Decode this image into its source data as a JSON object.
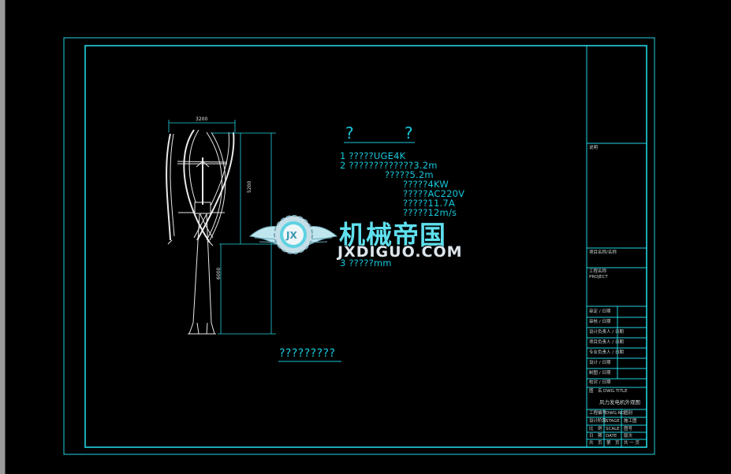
{
  "spec": {
    "title_left": "?",
    "title_right": "?",
    "lines": [
      "1  ?????UGE4K",
      "2  ?????????????3.2m",
      "?????5.2m",
      "?????4KW",
      "?????AC220V",
      "?????11.7A",
      "?????12m/s",
      "3  ?????mm"
    ]
  },
  "drawing": {
    "caption": "?????????",
    "dim_top": "3200",
    "dim_right_upper": "5200",
    "dim_right_lower": "6000"
  },
  "title_block": {
    "label_note": "说明",
    "label_project_name": "项目名称/名称",
    "label_project": "工程名称",
    "label_project_en": "PROJECT",
    "rows": [
      "审定 / 日期",
      "审核 / 日期",
      "设计负责人 / 日期",
      "项目负责人 / 日期",
      "专业负责人 / 日期",
      "设计 / 日期",
      "制图 / 日期",
      "校对 / 日期"
    ],
    "drawing_title_label": "图　名",
    "drawing_title_en": "DWG.TITLE",
    "drawing_title": "风力发电机外观图",
    "info": [
      [
        "工程编号",
        "DWG.NO.",
        "图别"
      ],
      [
        "设计阶段",
        "STAGE",
        "施工图"
      ],
      [
        "比　例",
        "SCALE",
        "图号"
      ],
      [
        "日　期",
        "DATE",
        "版次"
      ]
    ],
    "footer": "共　页　第　页　共 一 页"
  },
  "watermark": {
    "cn": "机械帝国",
    "en": "JXDIGUO.COM",
    "emblem": "JX"
  },
  "colors": {
    "line": "#16c8dc",
    "frame": "#22d4e2",
    "background": "#000000"
  }
}
